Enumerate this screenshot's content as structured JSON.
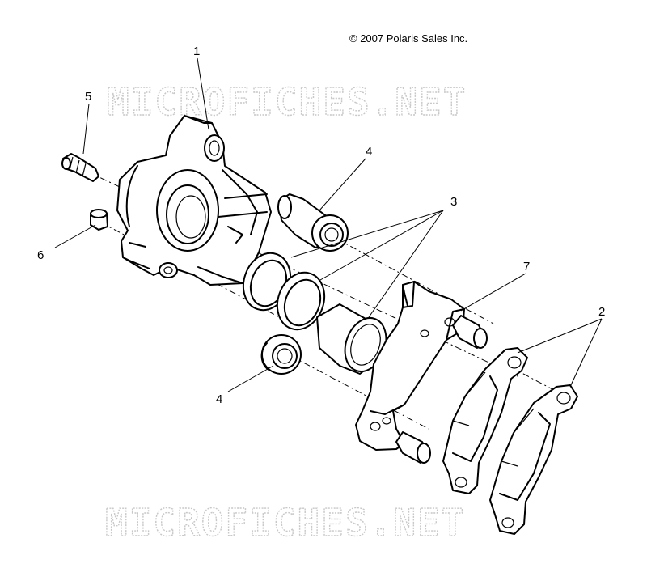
{
  "copyright": "© 2007 Polaris Sales Inc.",
  "watermarks": [
    "MICROFICHES.NET",
    "MICROFICHES.NET"
  ],
  "callouts": [
    "1",
    "2",
    "3",
    "4",
    "4",
    "5",
    "6",
    "7"
  ]
}
